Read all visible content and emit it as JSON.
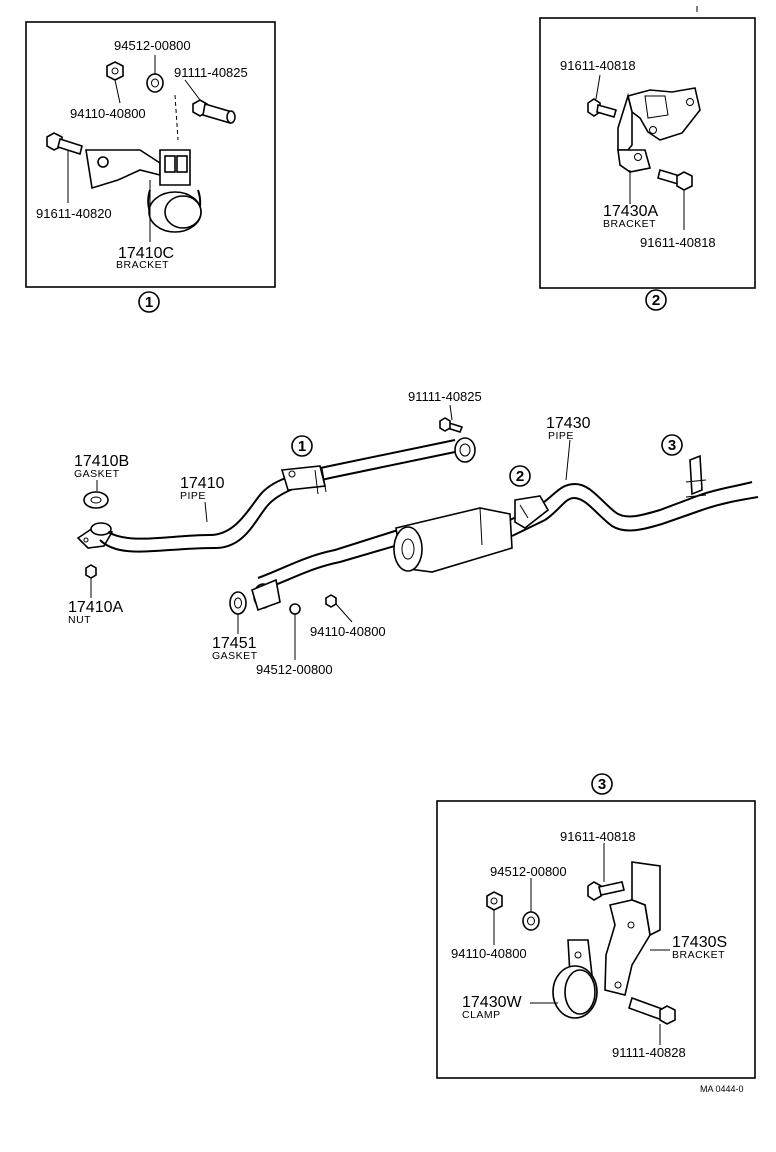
{
  "callouts": {
    "c1": "1",
    "c2": "2",
    "c3": "3"
  },
  "box1": {
    "pn_94512": "94512-00800",
    "pn_91111": "91111-40825",
    "pn_94110": "94110-40800",
    "pn_91611": "91611-40820",
    "bracket_no": "17410C",
    "bracket_name": "BRACKET"
  },
  "box2": {
    "pn_91611_top": "91611-40818",
    "bracket_no": "17430A",
    "bracket_name": "BRACKET",
    "pn_91611_bottom": "91611-40818"
  },
  "main": {
    "pn_91111": "91111-40825",
    "pipe2_no": "17430",
    "pipe2_name": "PIPE",
    "gasket_b_no": "17410B",
    "gasket_b_name": "GASKET",
    "pipe1_no": "17410",
    "pipe1_name": "PIPE",
    "nut_no": "17410A",
    "nut_name": "NUT",
    "gasket_no": "17451",
    "gasket_name": "GASKET",
    "pn_94512": "94512-00800",
    "pn_94110": "94110-40800"
  },
  "box3": {
    "pn_91611": "91611-40818",
    "pn_94512": "94512-00800",
    "pn_94110": "94110-40800",
    "bracket_no": "17430S",
    "bracket_name": "BRACKET",
    "clamp_no": "17430W",
    "clamp_name": "CLAMP",
    "pn_91111": "91111-40828"
  },
  "ref_code": "MA 0444-0"
}
